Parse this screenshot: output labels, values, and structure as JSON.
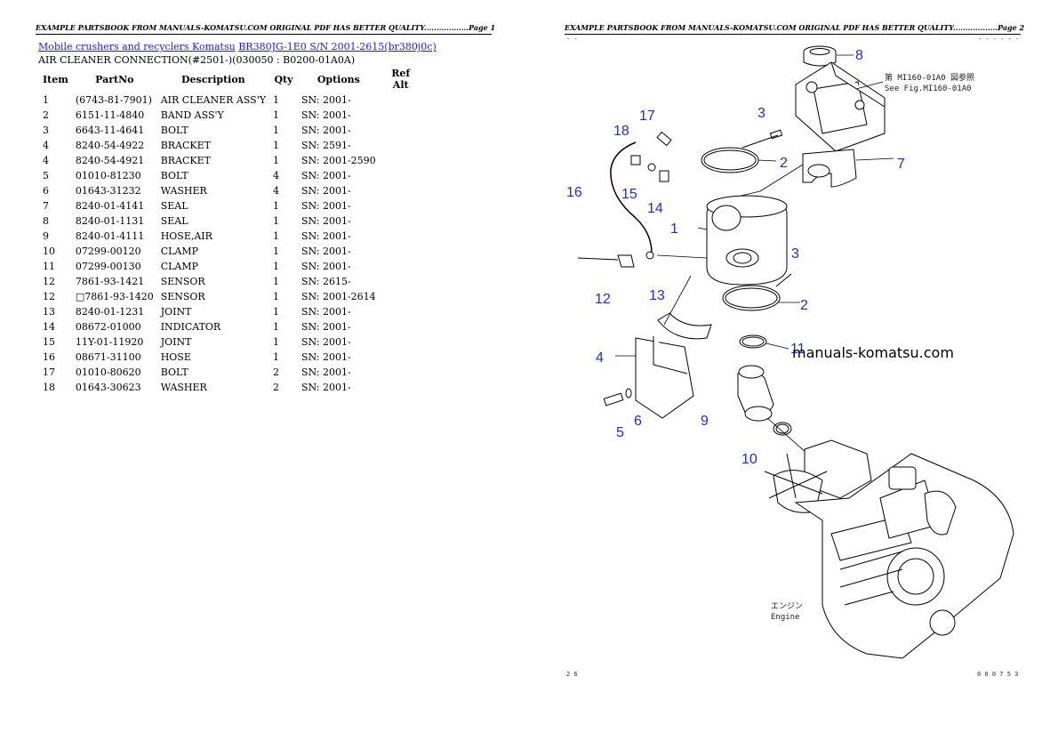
{
  "page1": {
    "banner": "EXAMPLE PARTSBOOK FROM MANUALS-KOMATSU.COM ORIGINAL PDF HAS BETTER QUALITY..................Page 1",
    "breadcrumb": {
      "link1": "Mobile crushers and recyclers Komatsu",
      "link2": "BR380JG-1E0 S/N 2001-2615(br380j0c)"
    },
    "subtitle": "AIR CLEANER CONNECTION(#2501-)(030050 : B0200-01A0A)",
    "table": {
      "headers": [
        "Item",
        "PartNo",
        "Description",
        "Qty",
        "Options",
        "Ref Alt"
      ],
      "rows": [
        [
          "1",
          "(6743-81-7901)",
          "AIR CLEANER ASS'Y",
          "1",
          "SN: 2001-",
          ""
        ],
        [
          "2",
          "6151-11-4840",
          "BAND ASS'Y",
          "1",
          "SN: 2001-",
          ""
        ],
        [
          "3",
          "6643-11-4641",
          "BOLT",
          "1",
          "SN: 2001-",
          ""
        ],
        [
          "4",
          "8240-54-4922",
          "BRACKET",
          "1",
          "SN: 2591-",
          ""
        ],
        [
          "4",
          "8240-54-4921",
          "BRACKET",
          "1",
          "SN: 2001-2590",
          ""
        ],
        [
          "5",
          "01010-81230",
          "BOLT",
          "4",
          "SN: 2001-",
          ""
        ],
        [
          "6",
          "01643-31232",
          "WASHER",
          "4",
          "SN: 2001-",
          ""
        ],
        [
          "7",
          "8240-01-4141",
          "SEAL",
          "1",
          "SN: 2001-",
          ""
        ],
        [
          "8",
          "8240-01-1131",
          "SEAL",
          "1",
          "SN: 2001-",
          ""
        ],
        [
          "9",
          "8240-01-4111",
          "HOSE,AIR",
          "1",
          "SN: 2001-",
          ""
        ],
        [
          "10",
          "07299-00120",
          "CLAMP",
          "1",
          "SN: 2001-",
          ""
        ],
        [
          "11",
          "07299-00130",
          "CLAMP",
          "1",
          "SN: 2001-",
          ""
        ],
        [
          "12",
          "7861-93-1421",
          "SENSOR",
          "1",
          "SN: 2615-",
          ""
        ],
        [
          "12",
          "□7861-93-1420",
          "SENSOR",
          "1",
          "SN: 2001-2614",
          ""
        ],
        [
          "13",
          "8240-01-1231",
          "JOINT",
          "1",
          "SN: 2001-",
          ""
        ],
        [
          "14",
          "08672-01000",
          "INDICATOR",
          "1",
          "SN: 2001-",
          ""
        ],
        [
          "15",
          "11Y-01-11920",
          "JOINT",
          "1",
          "SN: 2001-",
          ""
        ],
        [
          "16",
          "08671-31100",
          "HOSE",
          "1",
          "SN: 2001-",
          ""
        ],
        [
          "17",
          "01010-80620",
          "BOLT",
          "2",
          "SN: 2001-",
          ""
        ],
        [
          "18",
          "01643-30623",
          "WASHER",
          "2",
          "SN: 2001-",
          ""
        ]
      ]
    }
  },
  "page2": {
    "banner": "EXAMPLE PARTSBOOK FROM MANUALS-KOMATSU.COM ORIGINAL PDF HAS BETTER QUALITY..................Page 2",
    "watermark": "manuals-komatsu.com",
    "ref_note_jp": "第 MI160-01A0 図参照",
    "ref_note_en": "See Fig.MI160-01A0",
    "engine_jp": "エンジン",
    "engine_en": "Engine",
    "footer_left": "2 6",
    "footer_right": "0 0 0 7 5 3",
    "header_left": "- -",
    "header_right": "- - - - - -",
    "callouts": [
      "8",
      "17",
      "3",
      "18",
      "2",
      "7",
      "16",
      "15",
      "14",
      "1",
      "3",
      "12",
      "13",
      "2",
      "4",
      "11",
      "6",
      "5",
      "9",
      "10"
    ]
  }
}
